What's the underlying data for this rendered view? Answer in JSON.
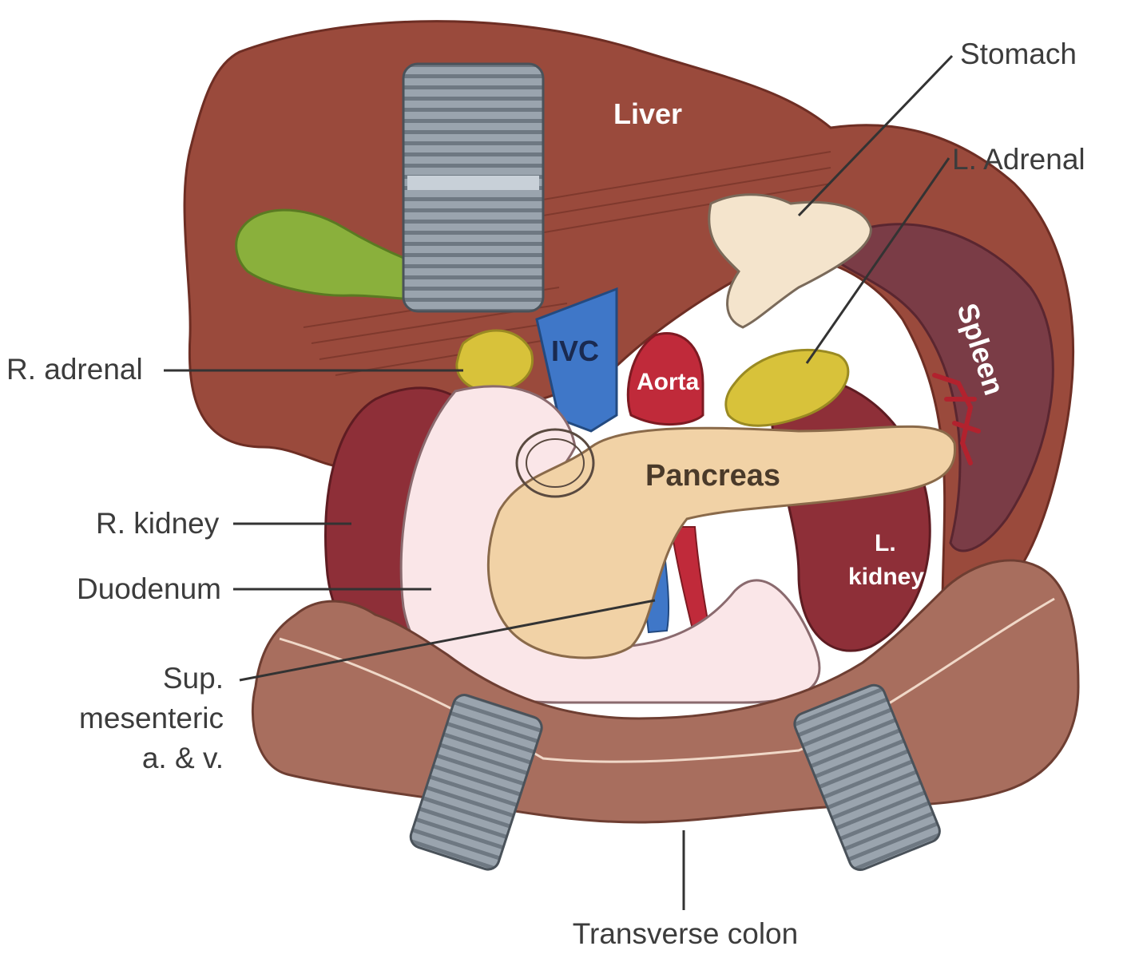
{
  "figure": {
    "labels": {
      "stomach": "Stomach",
      "l_adrenal": "L. Adrenal",
      "liver": "Liver",
      "spleen": "Spleen",
      "ivc": "IVC",
      "aorta": "Aorta",
      "pancreas": "Pancreas",
      "l_kidney_1": "L.",
      "l_kidney_2": "kidney",
      "r_adrenal": "R. adrenal",
      "r_kidney": "R. kidney",
      "duodenum": "Duodenum",
      "sma_1": "Sup.",
      "sma_2": "mesenteric",
      "sma_3": "a. & v.",
      "transverse_colon": "Transverse colon"
    },
    "colors": {
      "liver": "#9a4a3c",
      "kidney": "#8e2f38",
      "spleen": "#7a3c46",
      "gallbladder": "#8ab03c",
      "ivc": "#3f77c8",
      "aorta": "#c02a3a",
      "adrenal": "#d8c23a",
      "pancreas": "#f1d2a6",
      "duodenum": "#fae6e8",
      "colon": "#a86e5e",
      "retractor": "#9aa4ae"
    }
  }
}
